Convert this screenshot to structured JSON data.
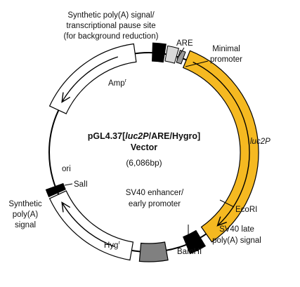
{
  "plasmid": {
    "name_prefix": "pGL4.37[",
    "name_gene": "luc2P",
    "name_suffix": "/ARE/Hygro]",
    "vector_label": "Vector",
    "size_label": "(6,086bp)"
  },
  "labels": {
    "synthetic_pause": [
      "Synthetic poly(A) signal/",
      "transcriptional pause site",
      "(for background reduction)"
    ],
    "are": "ARE",
    "minimal_promoter": [
      "Minimal",
      "promoter"
    ],
    "luc2p": "luc2P",
    "ecori": "EcoRI",
    "sv40_late": [
      "SV40 late",
      "poly(A) signal"
    ],
    "bamhi": "BamHI",
    "sv40_enhancer": [
      "SV40 enhancer/",
      "early promoter"
    ],
    "hygr_base": "Hyg",
    "hygr_sup": "r",
    "ampr_base": "Amp",
    "ampr_sup": "r",
    "ori": "ori",
    "sali": "SalI",
    "synthetic_polya": [
      "Synthetic",
      "poly(A)",
      "signal"
    ]
  },
  "colors": {
    "luc2p": "#F5B921",
    "sv40_promoter": "#808080",
    "polya_block": "#000000",
    "are_block": "#D9D9D9"
  }
}
